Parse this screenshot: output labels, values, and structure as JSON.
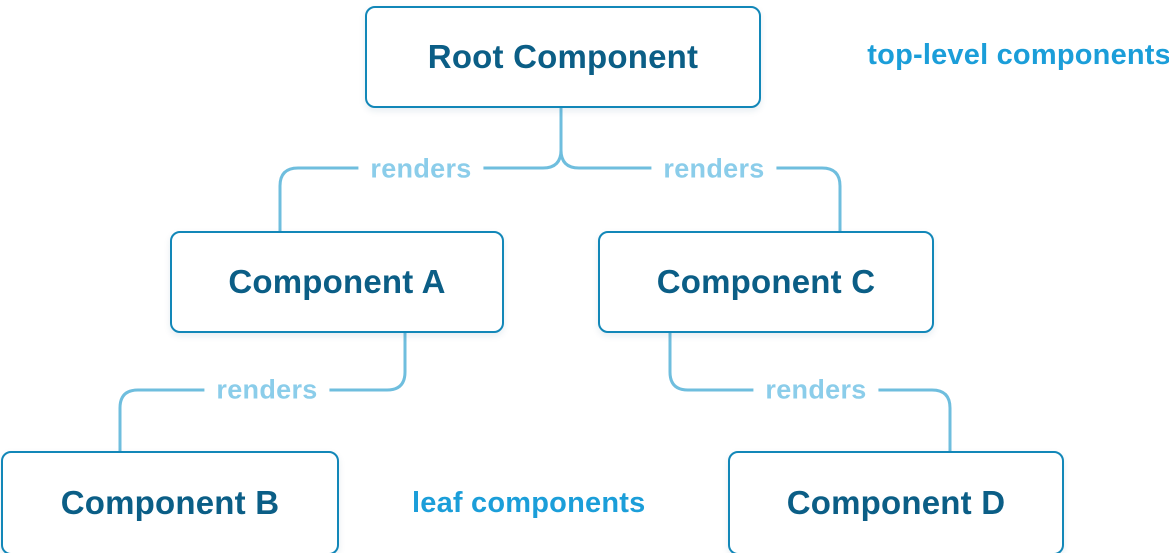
{
  "diagram": {
    "nodes": [
      {
        "id": "root",
        "label": "Root Component"
      },
      {
        "id": "a",
        "label": "Component A"
      },
      {
        "id": "c",
        "label": "Component C"
      },
      {
        "id": "b",
        "label": "Component B"
      },
      {
        "id": "d",
        "label": "Component D"
      }
    ],
    "edges": [
      {
        "from": "root",
        "to": "a",
        "label": "renders"
      },
      {
        "from": "root",
        "to": "c",
        "label": "renders"
      },
      {
        "from": "a",
        "to": "b",
        "label": "renders"
      },
      {
        "from": "c",
        "to": "d",
        "label": "renders"
      }
    ],
    "annotations": [
      {
        "id": "top",
        "text": "top-level components"
      },
      {
        "id": "leaf",
        "text": "leaf components"
      }
    ],
    "colors": {
      "node_border": "#1287b8",
      "node_text": "#0b5e86",
      "connector": "#6fbede",
      "edge_label": "#8bcdea",
      "annotation": "#1b9ed9",
      "background": "#ffffff"
    }
  }
}
